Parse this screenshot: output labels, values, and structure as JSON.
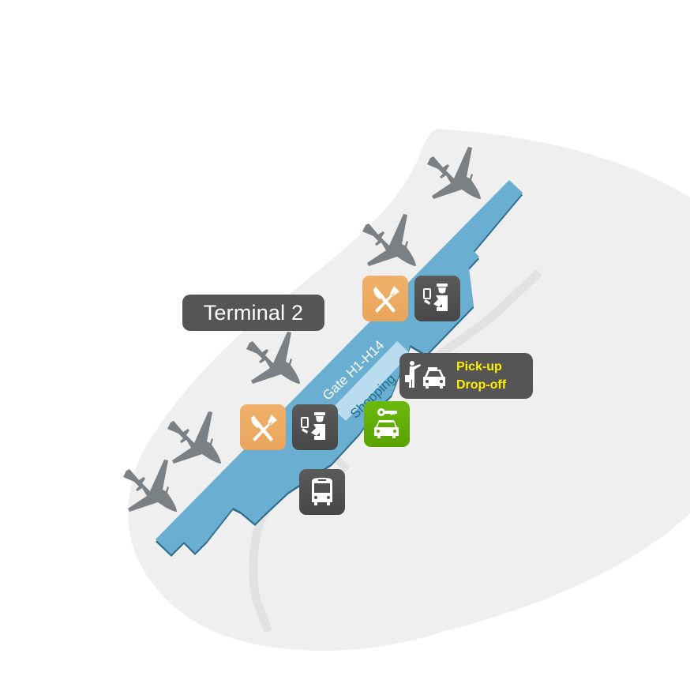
{
  "map": {
    "terminal_label": "Terminal 2",
    "gate_label": "Gate H1-H14",
    "shopping_label": "Shopping",
    "pickup": {
      "line1": "Pick-up",
      "line2": "Drop-off",
      "icon": "taxi-passenger-icon"
    },
    "colors": {
      "background": "#ffffff",
      "ground": "#efefef",
      "road": "#e2e2e2",
      "terminal": "#6aafd1",
      "terminal_edge": "#2f6e8c",
      "shopping_area": "#b9dcee",
      "airplane": "#7a8084",
      "label_bg": "#555555",
      "restaurant_tile": "#eeab63",
      "service_tile": "#505050",
      "car_rental_tile": "#62b004",
      "pickup_text": "#ffee00"
    },
    "pois": [
      {
        "type": "restaurant",
        "icon": "fork-knife-icon"
      },
      {
        "type": "passport-control",
        "icon": "passport-control-icon"
      },
      {
        "type": "restaurant",
        "icon": "fork-knife-icon"
      },
      {
        "type": "passport-control",
        "icon": "passport-control-icon"
      },
      {
        "type": "car-rental",
        "icon": "car-key-icon"
      },
      {
        "type": "bus",
        "icon": "bus-icon"
      },
      {
        "type": "pickup-dropoff",
        "icon": "taxi-passenger-icon"
      }
    ],
    "airplanes": 5
  }
}
